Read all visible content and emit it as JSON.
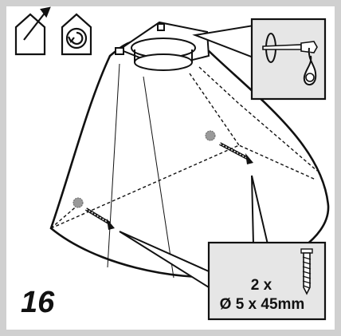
{
  "step": {
    "number": "16"
  },
  "mode_icons": [
    {
      "name": "ducted-exhaust-house-icon"
    },
    {
      "name": "recirculation-house-icon"
    }
  ],
  "callouts": {
    "screwdriver_detail": {
      "icon": "screwdriver-screw-icon"
    },
    "screw_spec": {
      "icon": "screw-icon",
      "quantity": "2 x",
      "size": "Ø 5 x 45mm"
    }
  },
  "colors": {
    "frame": "#d0d0d0",
    "line": "#111111",
    "panel": "#e6e6e6",
    "wall_plug": "#9a9a9a"
  }
}
